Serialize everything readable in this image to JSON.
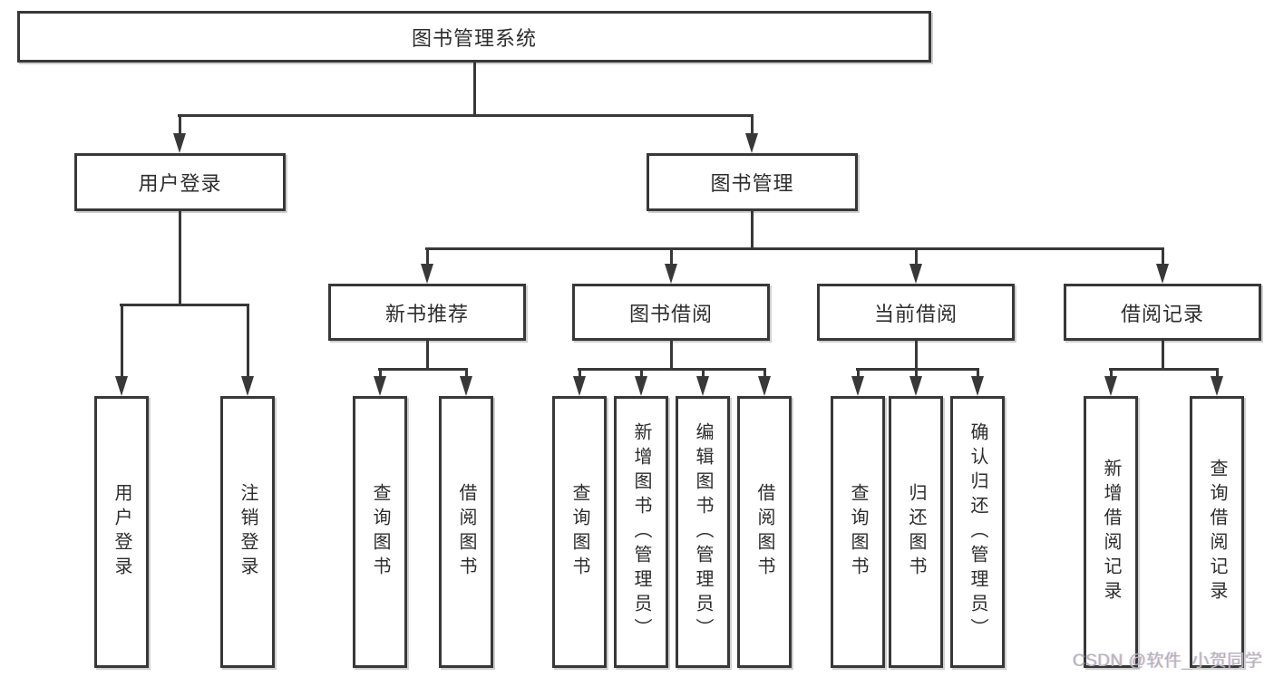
{
  "diagram": {
    "root": {
      "label": "图书管理系统"
    },
    "branches": [
      {
        "label": "用户登录",
        "children": [
          {
            "label": "用户登录"
          },
          {
            "label": "注销登录"
          }
        ]
      },
      {
        "label": "图书管理",
        "children": [
          {
            "label": "新书推荐",
            "children": [
              {
                "label": "查询图书"
              },
              {
                "label": "借阅图书"
              }
            ]
          },
          {
            "label": "图书借阅",
            "children": [
              {
                "label": "查询图书"
              },
              {
                "label": "新增图书（管理员）"
              },
              {
                "label": "编辑图书（管理员）"
              },
              {
                "label": "借阅图书"
              }
            ]
          },
          {
            "label": "当前借阅",
            "children": [
              {
                "label": "查询图书"
              },
              {
                "label": "归还图书"
              },
              {
                "label": "确认归还（管理员）"
              }
            ]
          },
          {
            "label": "借阅记录",
            "children": [
              {
                "label": "新增借阅记录"
              },
              {
                "label": "查询借阅记录"
              }
            ]
          }
        ]
      }
    ]
  },
  "watermark": {
    "text": "CSDN @软件_小贺同学",
    "color": "#b2b5b9"
  },
  "colors": {
    "line": "#383838",
    "box_border": "#383838",
    "text": "#2d2d2d",
    "background": "#ffffff"
  }
}
